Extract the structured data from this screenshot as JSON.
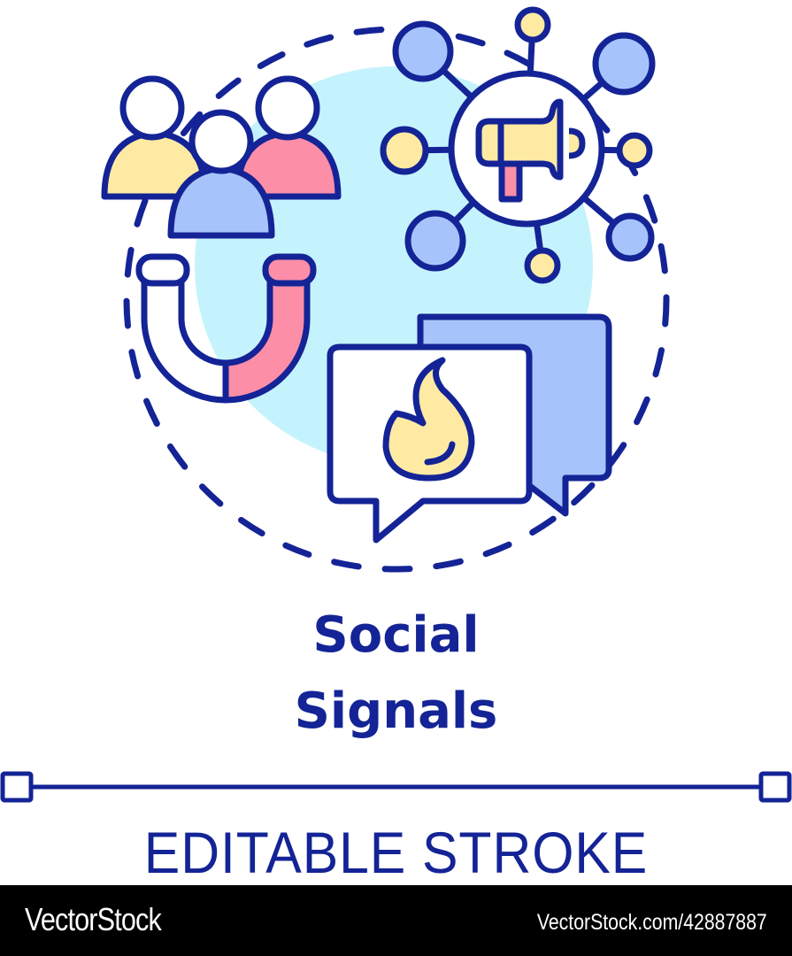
{
  "illustration": {
    "title_line1": "Social",
    "title_line2": "Signals",
    "caption": "EDITABLE STROKE",
    "colors": {
      "stroke": "#142496",
      "sky": "#c5f3fd",
      "yellow": "#feeaa3",
      "pink": "#fd8ea8",
      "blue": "#a6c4fb",
      "white": "#ffffff"
    },
    "icons": [
      "people-group-icon",
      "magnet-icon",
      "megaphone-network-icon",
      "chat-bubbles-fire-icon"
    ]
  },
  "footer": {
    "brand": "VectorStock",
    "url": "VectorStock.com/42887887"
  }
}
